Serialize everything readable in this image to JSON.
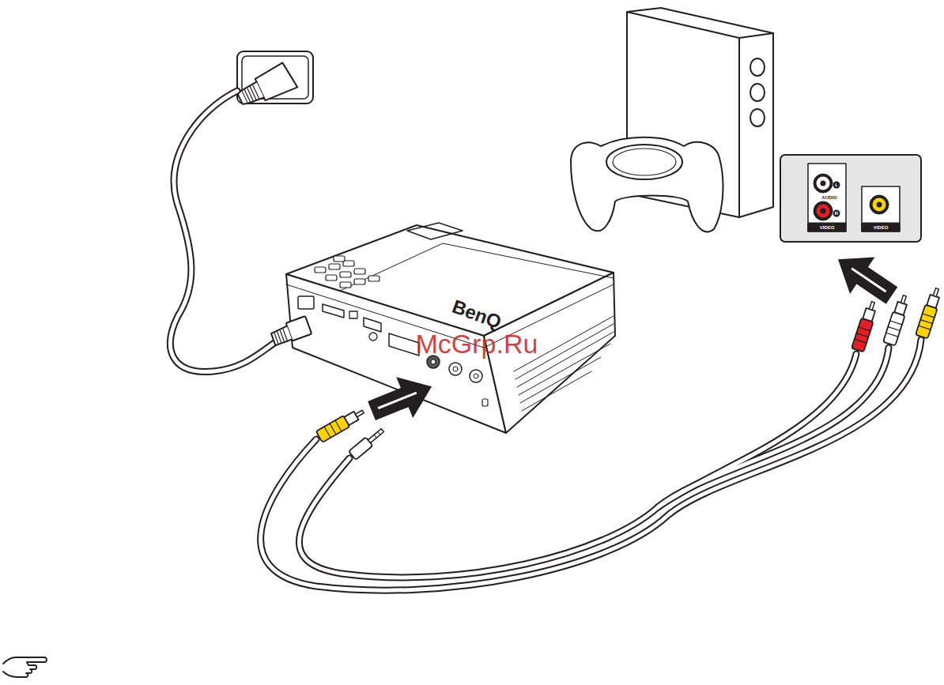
{
  "diagram": {
    "labels": [
      "BenQ",
      "McGrp.Ru",
      "L",
      "AUDIO",
      "R",
      "VIDEO",
      "VIDEO"
    ]
  }
}
